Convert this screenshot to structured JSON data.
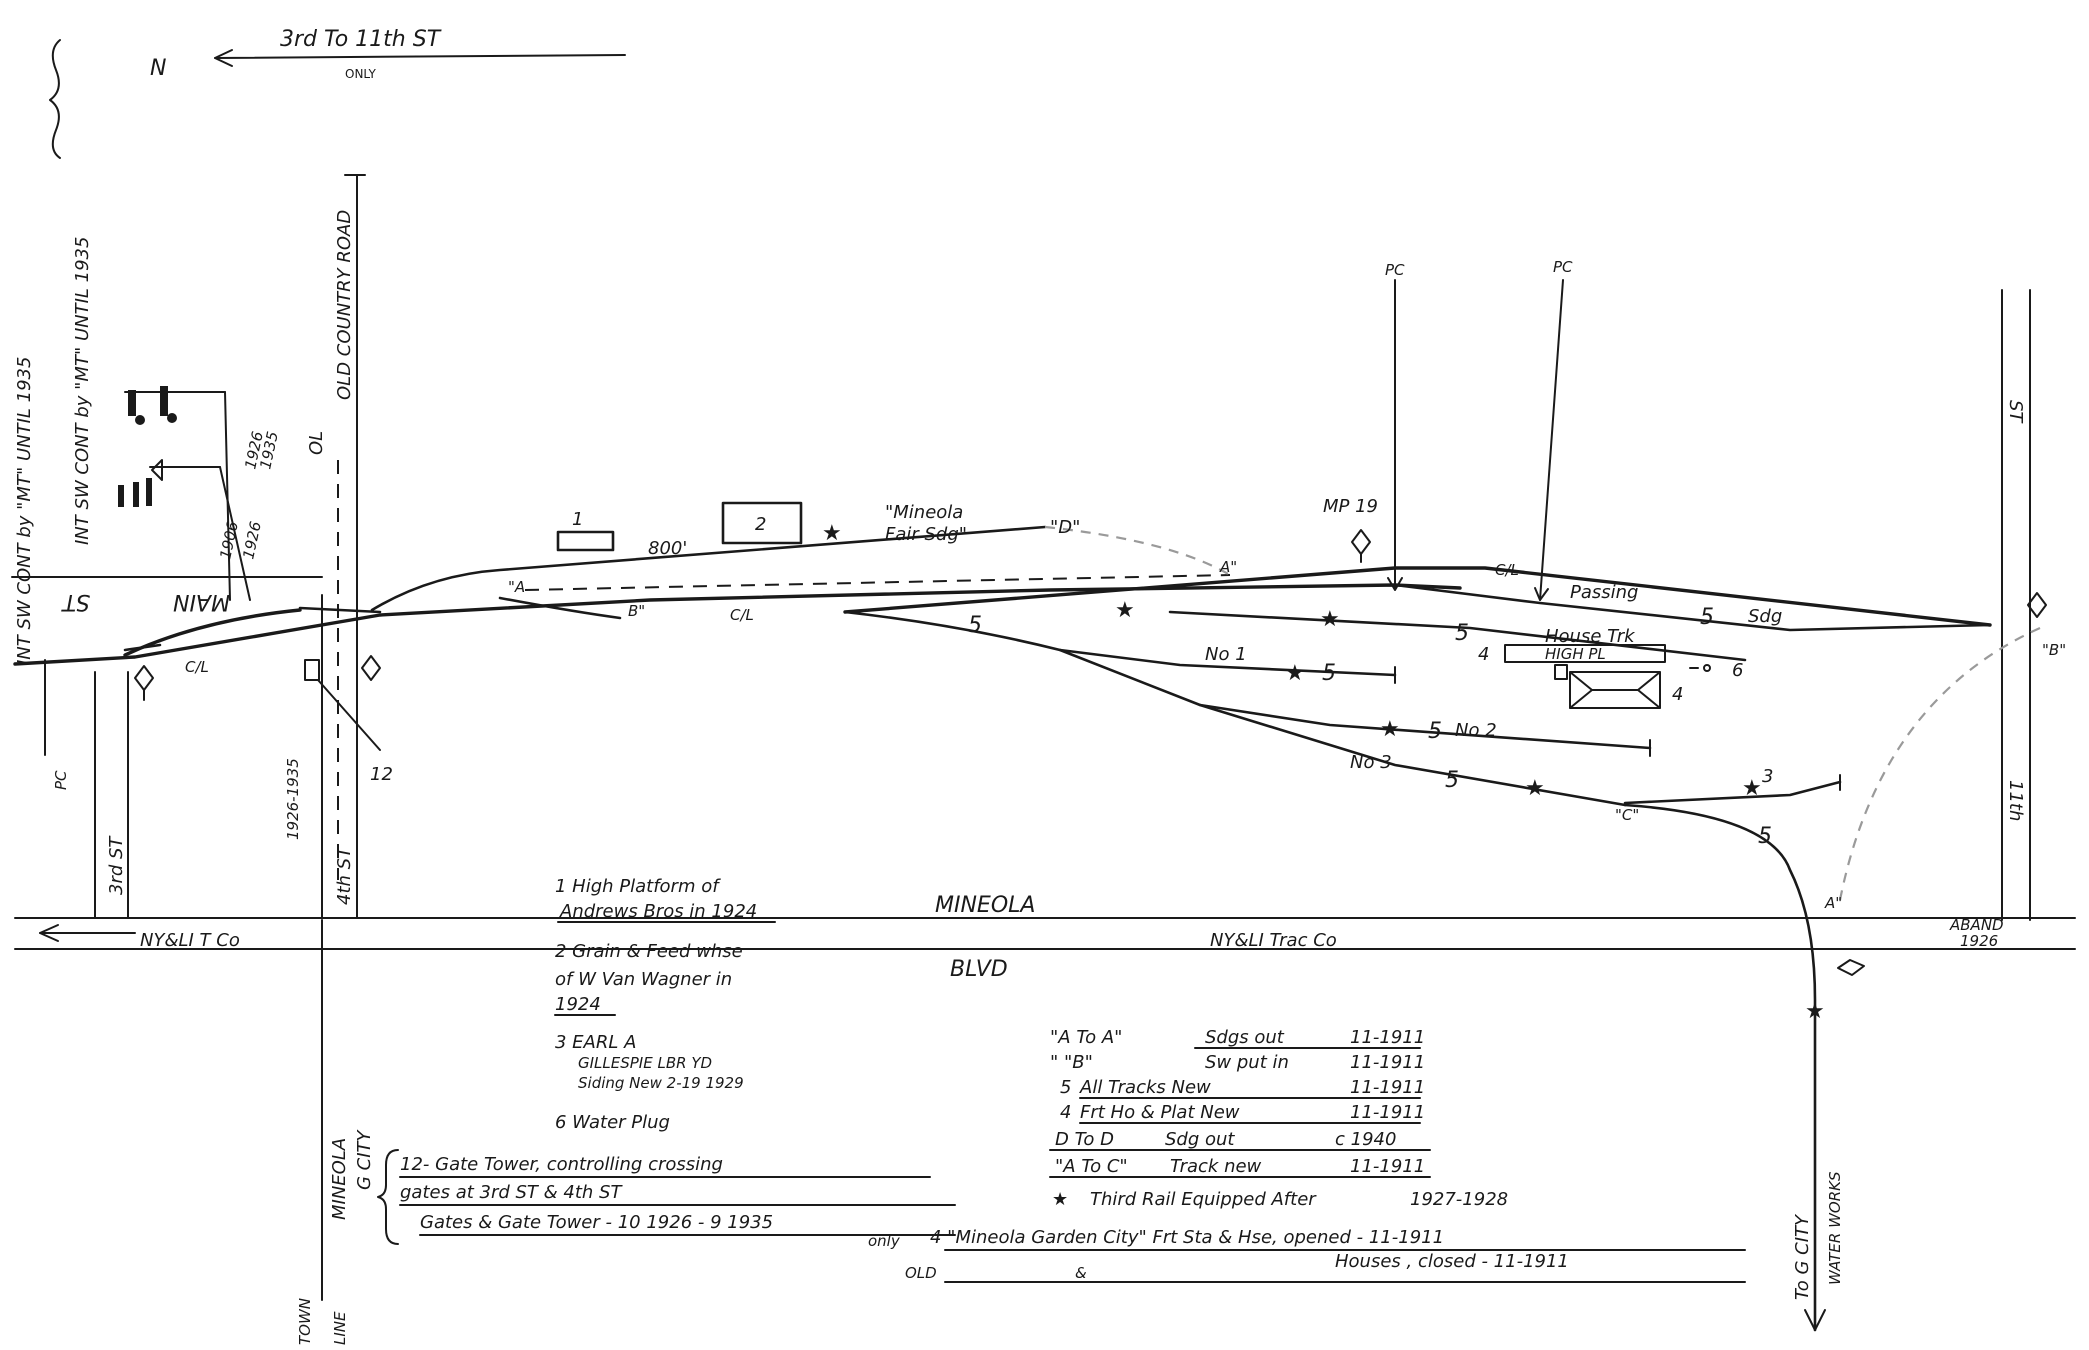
{
  "header": {
    "north_mark": "N",
    "direction": "3rd To 11th ST",
    "direction_note": "ONLY"
  },
  "margin_notes": {
    "note1": "INT SW CONT by \"MT\" UNTIL 1935",
    "note2": "INT SW CONT by \"MT\" UNTIL 1935"
  },
  "streets": {
    "old_country_road": "OLD COUNTRY ROAD",
    "old": "OL",
    "main": "MAIN",
    "st": "ST",
    "third_st": "3rd ST",
    "fourth_st": "4th ST",
    "eleventh_st": "11th",
    "st_top": "ST",
    "mineola": "MINEOLA",
    "blvd": "BLVD",
    "nysli_left": "NY&LI T Co",
    "nysli_right": "NY&LI Trac Co",
    "aband": "ABAND",
    "aband_year": "1926",
    "to_g_city": "To G CITY",
    "water_works": "WATER WORKS",
    "town_line": "TOWN",
    "town_line2": "LINE",
    "mineola_vert": "MINEOLA",
    "g_city_vert": "G CITY"
  },
  "track_labels": {
    "pc1": "PC",
    "pc2": "PC",
    "pc3": "PC",
    "mp": "MP 19",
    "siding_800": "800'",
    "mineola_fair": "\"Mineola",
    "fair_siding": "Fair Sdg\"",
    "d_label": "\"D\"",
    "a_left": "\"A",
    "a_mid": "A\"",
    "b_left": "B\"",
    "cl1": "C/L",
    "cl2": "C/L",
    "cl3": "C/L",
    "passing": "Passing",
    "sdg": "Sdg",
    "house_trk": "House Trk",
    "high_pl": "HIGH PL",
    "no1": "No 1",
    "no2": "No 2",
    "no3": "No 3",
    "c_label": "\"C\"",
    "a_right": "A\"",
    "b_right": "\"B\"",
    "yr_1906": "1906",
    "yr_1926a": "1926",
    "yr_1926b": "1926",
    "yr_1935": "1935",
    "yr_1926_1935": "1926-1935",
    "box1": "1",
    "box2": "2",
    "num4a": "4",
    "num4b": "4",
    "num6": "6",
    "num3": "3",
    "num12": "12",
    "five": "5"
  },
  "legend": {
    "item1_line1": "1  High Platform of",
    "item1_line2": "Andrews Bros in 1924",
    "item2_line1": "2  Grain & Feed whse",
    "item2_line2": "of W Van Wagner in",
    "item2_line3": "1924",
    "item3_line1": "3  EARL A",
    "item3_line2": "GILLESPIE LBR YD",
    "item3_line3": "Siding New 2-19 1929",
    "item6": "6  Water Plug",
    "item12_line1": "12- Gate Tower, controlling crossing",
    "item12_line2": "gates at 3rd ST & 4th ST",
    "item12_line3": "Gates & Gate Tower - 10 1926 - 9 1935",
    "item12_only": "only",
    "item4_line1": "4 \"Mineola Garden City\" Frt Sta & Hse, opened - 11-1911",
    "item4_old": "OLD",
    "item4_amp": "&",
    "item4_line2": "Houses , closed - 11-1911"
  },
  "changes": [
    {
      "key": "\"A To A\"",
      "desc": "Sdgs out",
      "date": "11-1911"
    },
    {
      "key": "\"  \"B\"",
      "desc": "Sw put in",
      "date": "11-1911"
    },
    {
      "key": "5",
      "desc": "All Tracks New",
      "date": "11-1911"
    },
    {
      "key": "4",
      "desc": "Frt Ho & Plat New",
      "date": "11-1911"
    },
    {
      "key": "D To D",
      "desc": "Sdg out",
      "date": "c 1940"
    },
    {
      "key": "\"A To C\"",
      "desc": "Track new",
      "date": "11-1911"
    },
    {
      "key": "★",
      "desc": "Third Rail Equipped After",
      "date": "1927-1928"
    }
  ]
}
